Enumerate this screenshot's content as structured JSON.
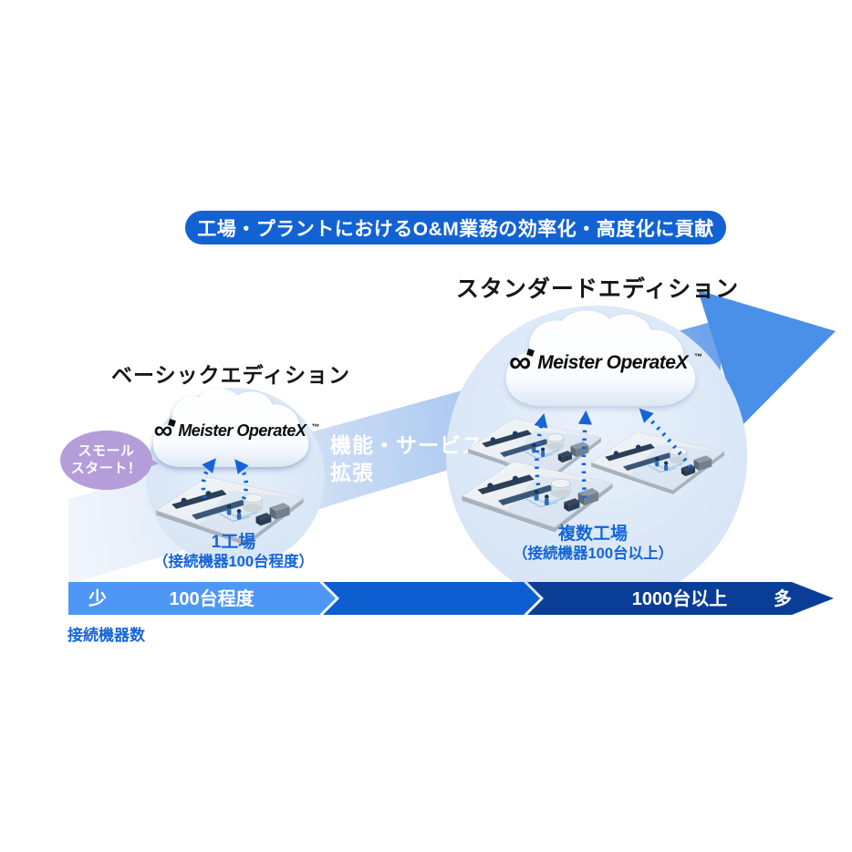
{
  "banner": {
    "text": "工場・プラントにおけるO&M業務の効率化・高度化に貢献"
  },
  "standard_edition": {
    "title": "スタンダードエディション",
    "factories_label": "複数工場",
    "factories_sub": "（接続機器100台以上）"
  },
  "basic_edition": {
    "title": "ベーシックエディション",
    "factory_label": "1工場",
    "factory_sub": "（接続機器100台程度）"
  },
  "brand": {
    "name": "Meister OperateX",
    "tm": "™",
    "mark_glyph": "∞",
    "mark_icon": "infinity-loop-icon"
  },
  "callout": {
    "line1": "スモール",
    "line2": "スタート！"
  },
  "expansion": {
    "line1": "機能・サービス",
    "line2": "拡張"
  },
  "axis": {
    "caption": "接続機器数",
    "min_label": "少",
    "max_label": "多",
    "segment1_label": "100台程度",
    "segment3_label": "1000台以上",
    "colors": {
      "segment1": "#4e97f7",
      "segment2": "#0d5ed1",
      "segment3": "#0a3e96"
    }
  },
  "colors": {
    "banner_bg": "#1262d3",
    "growth_arrow_head": "#4a90e8",
    "dashed_arrow_blue": "#1565d8",
    "label_blue": "#1565d8",
    "callout_purple": "#b49dd8"
  }
}
